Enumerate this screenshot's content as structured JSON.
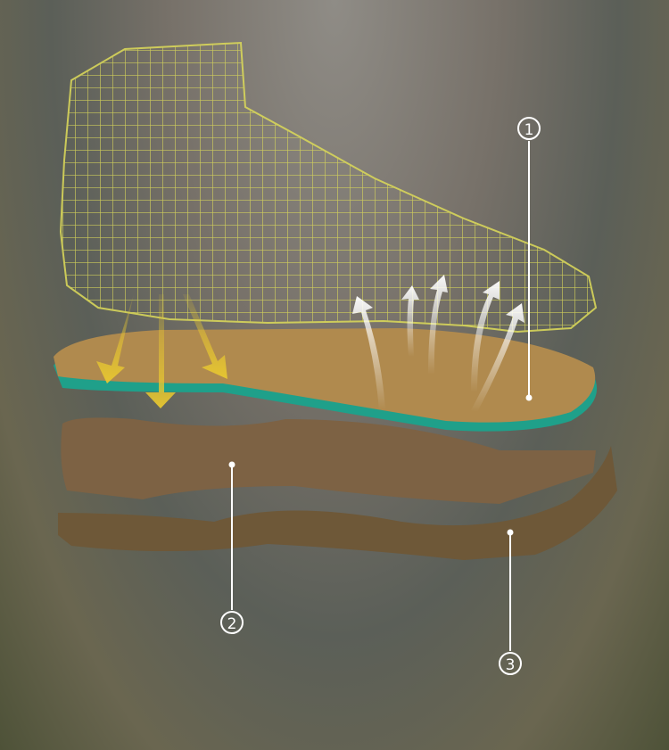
{
  "callouts": [
    {
      "label": "1",
      "part": "insole"
    },
    {
      "label": "2",
      "part": "midsole"
    },
    {
      "label": "3",
      "part": "outsole"
    }
  ],
  "colors": {
    "wireframe": "#d8d65a",
    "insole": "#b08a4e",
    "insole_edge": "#1fa08a",
    "midsole": "#7d6244",
    "outsole": "#6e5838",
    "arrows_down": "#e8c830",
    "arrows_up": "#f2f2f2"
  }
}
